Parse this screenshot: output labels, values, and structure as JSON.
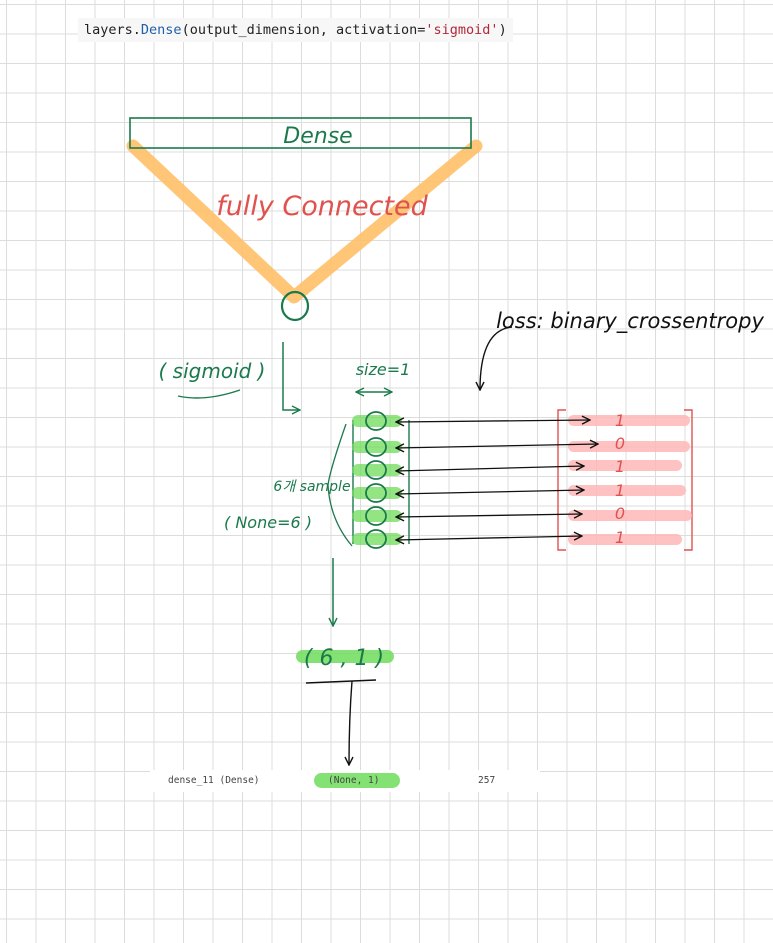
{
  "code": {
    "module": "layers",
    "class": "Dense",
    "args": "(output_dimension, activation=",
    "string": "'sigmoid'",
    "close": ")"
  },
  "diagram": {
    "layer_box": "Dense",
    "connection": "fully Connected",
    "activation": "( sigmoid )",
    "size": "size=1",
    "batch": "6개 sample",
    "batch_shape": "( None=6 )",
    "loss": "loss: binary_crossentropy",
    "output_shape": "( 6 , 1 )",
    "targets": [
      "1",
      "0",
      "1",
      "1",
      "0",
      "1"
    ]
  },
  "summary": {
    "layer": "dense_11 (Dense)",
    "shape": "(None, 1)",
    "params": "257"
  },
  "colors": {
    "dark_green": "#1b7a4c",
    "orange": "#ffc068",
    "red": "#e0524e",
    "pink": "#ffb8b8",
    "light_green": "#6fdc5a"
  }
}
